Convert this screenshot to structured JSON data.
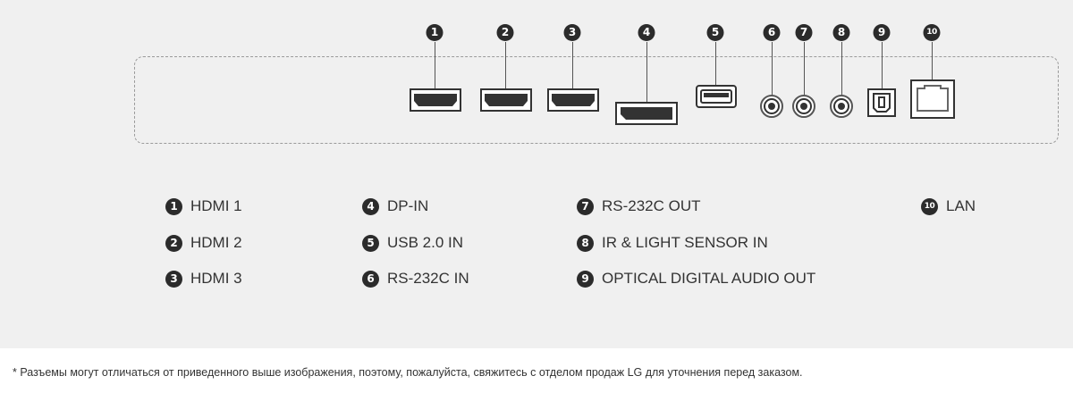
{
  "ports": [
    {
      "number": "1",
      "label": "HDMI 1",
      "icon": "hdmi-port-icon"
    },
    {
      "number": "2",
      "label": "HDMI 2",
      "icon": "hdmi-port-icon"
    },
    {
      "number": "3",
      "label": "HDMI 3",
      "icon": "hdmi-port-icon"
    },
    {
      "number": "4",
      "label": "DP-IN",
      "icon": "displayport-icon"
    },
    {
      "number": "5",
      "label": "USB 2.0 IN",
      "icon": "usb-port-icon"
    },
    {
      "number": "6",
      "label": "RS-232C IN",
      "icon": "jack-port-icon"
    },
    {
      "number": "7",
      "label": "RS-232C OUT",
      "icon": "jack-port-icon"
    },
    {
      "number": "8",
      "label": "IR & LIGHT SENSOR IN",
      "icon": "jack-port-icon"
    },
    {
      "number": "9",
      "label": "OPTICAL DIGITAL AUDIO OUT",
      "icon": "optical-port-icon"
    },
    {
      "number": "10",
      "label": "LAN",
      "icon": "lan-port-icon"
    }
  ],
  "footnote": "* Разъемы могут отличаться от приведенного выше изображения, поэтому, пожалуйста, свяжитесь с отделом продаж LG для уточнения перед заказом."
}
